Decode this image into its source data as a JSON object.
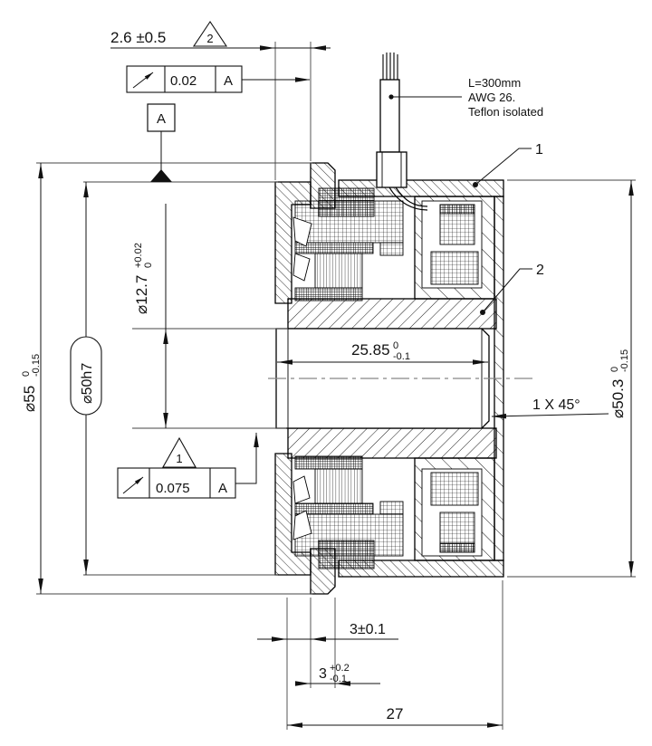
{
  "notes": {
    "wire_l": "L=300mm",
    "wire_awg": "AWG 26.",
    "wire_ins": "Teflon isolated",
    "chamfer": "1 X 45°"
  },
  "balloons": {
    "b1": "1",
    "b2": "2"
  },
  "datum": {
    "label": "A"
  },
  "fcf_top": {
    "value": "0.02",
    "datum": "A",
    "flag": "2"
  },
  "fcf_bottom": {
    "value": "0.075",
    "datum": "A",
    "flag": "1"
  },
  "dims": {
    "axial_pilot": {
      "text": "2.6 ±0.5"
    },
    "flange_od": {
      "main": "⌀55",
      "hi": "0",
      "lo": "-0.15"
    },
    "pilot_d": {
      "text": "⌀50h7"
    },
    "shaft_d": {
      "main": "⌀12.7",
      "hi": "+0.02",
      "lo": "0"
    },
    "hub_len": {
      "main": "25.85",
      "hi": "0",
      "lo": "-0.1"
    },
    "housing_od": {
      "main": "⌀50.3",
      "hi": "0",
      "lo": "-0.15"
    },
    "flange_t": {
      "text": "3±0.1"
    },
    "groove": {
      "main": "3",
      "hi": "+0.2",
      "lo": "-0.1"
    },
    "overall_len": {
      "text": "27"
    }
  }
}
